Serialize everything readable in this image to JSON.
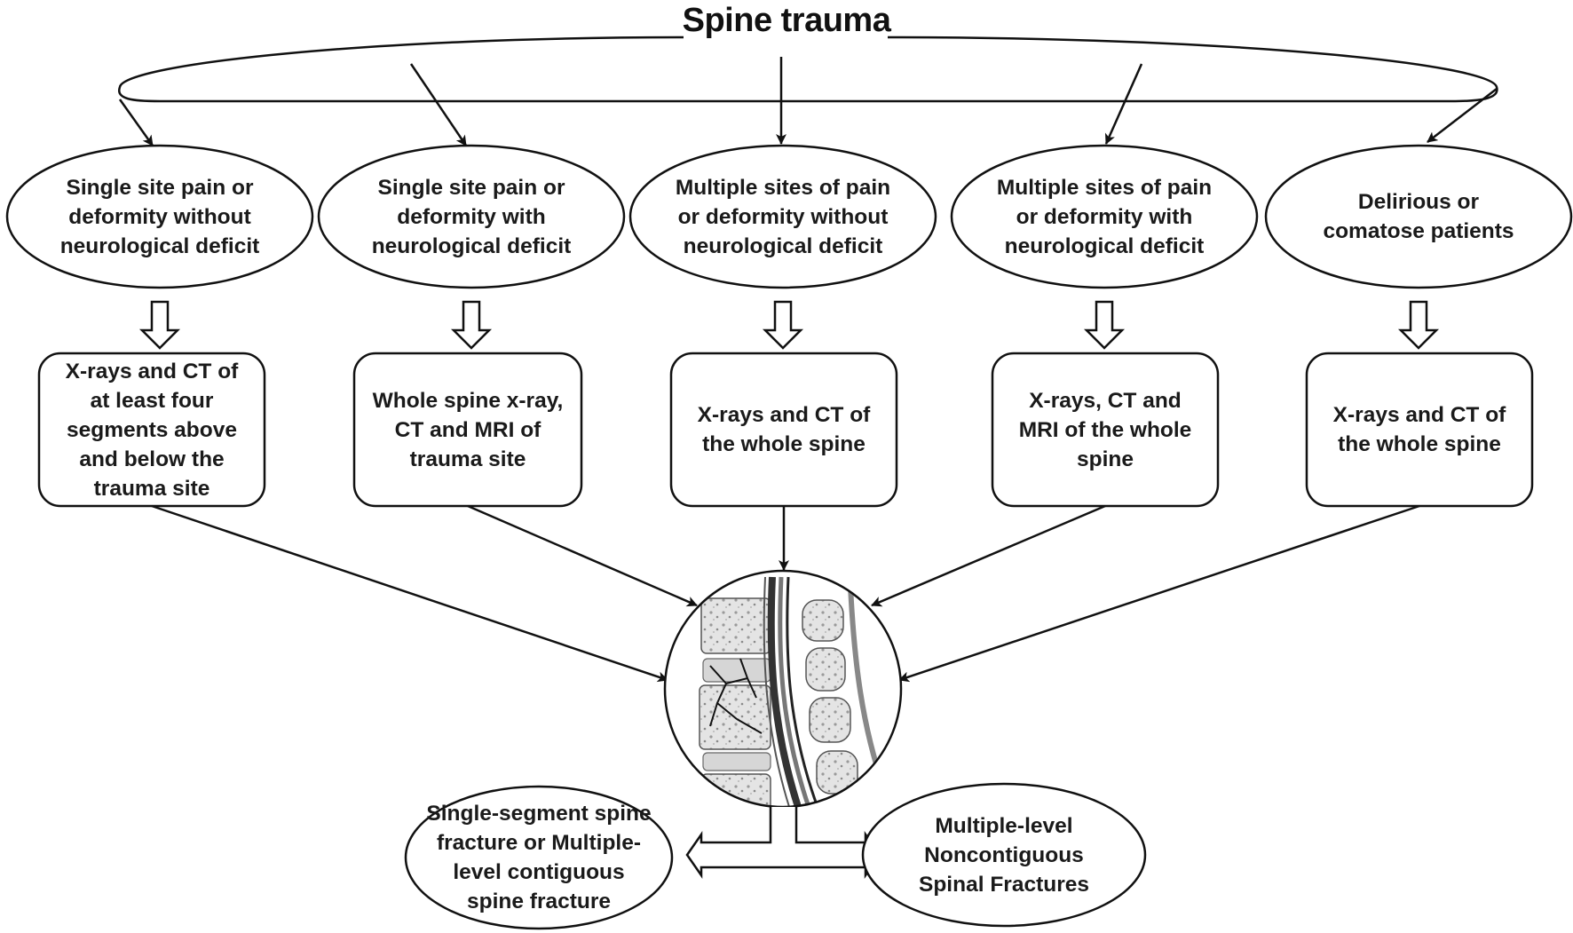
{
  "title": "Spine trauma",
  "presentations": [
    "Single site pain or\ndeformity without\nneurological deficit",
    "Single site pain or\ndeformity with\nneurological deficit",
    "Multiple sites of pain\nor deformity without\nneurological deficit",
    "Multiple sites of pain\nor deformity with\nneurological deficit",
    "Delirious or\ncomatose patients"
  ],
  "imaging": [
    "X-rays and CT of\nat least four\nsegments above\nand below the\ntrauma site",
    "Whole spine x-ray,\nCT and MRI of\ntrauma site",
    "X-rays and CT of\nthe whole spine",
    "X-rays, CT and\nMRI of the whole\nspine",
    "X-rays and CT of\nthe whole spine"
  ],
  "illustration": "spine-fracture-illustration",
  "outcomes": {
    "left": "Single-segment spine\nfracture or Multiple-\nlevel  contiguous\nspine fracture",
    "right": "Multiple-level\nNoncontiguous\nSpinal Fractures"
  }
}
